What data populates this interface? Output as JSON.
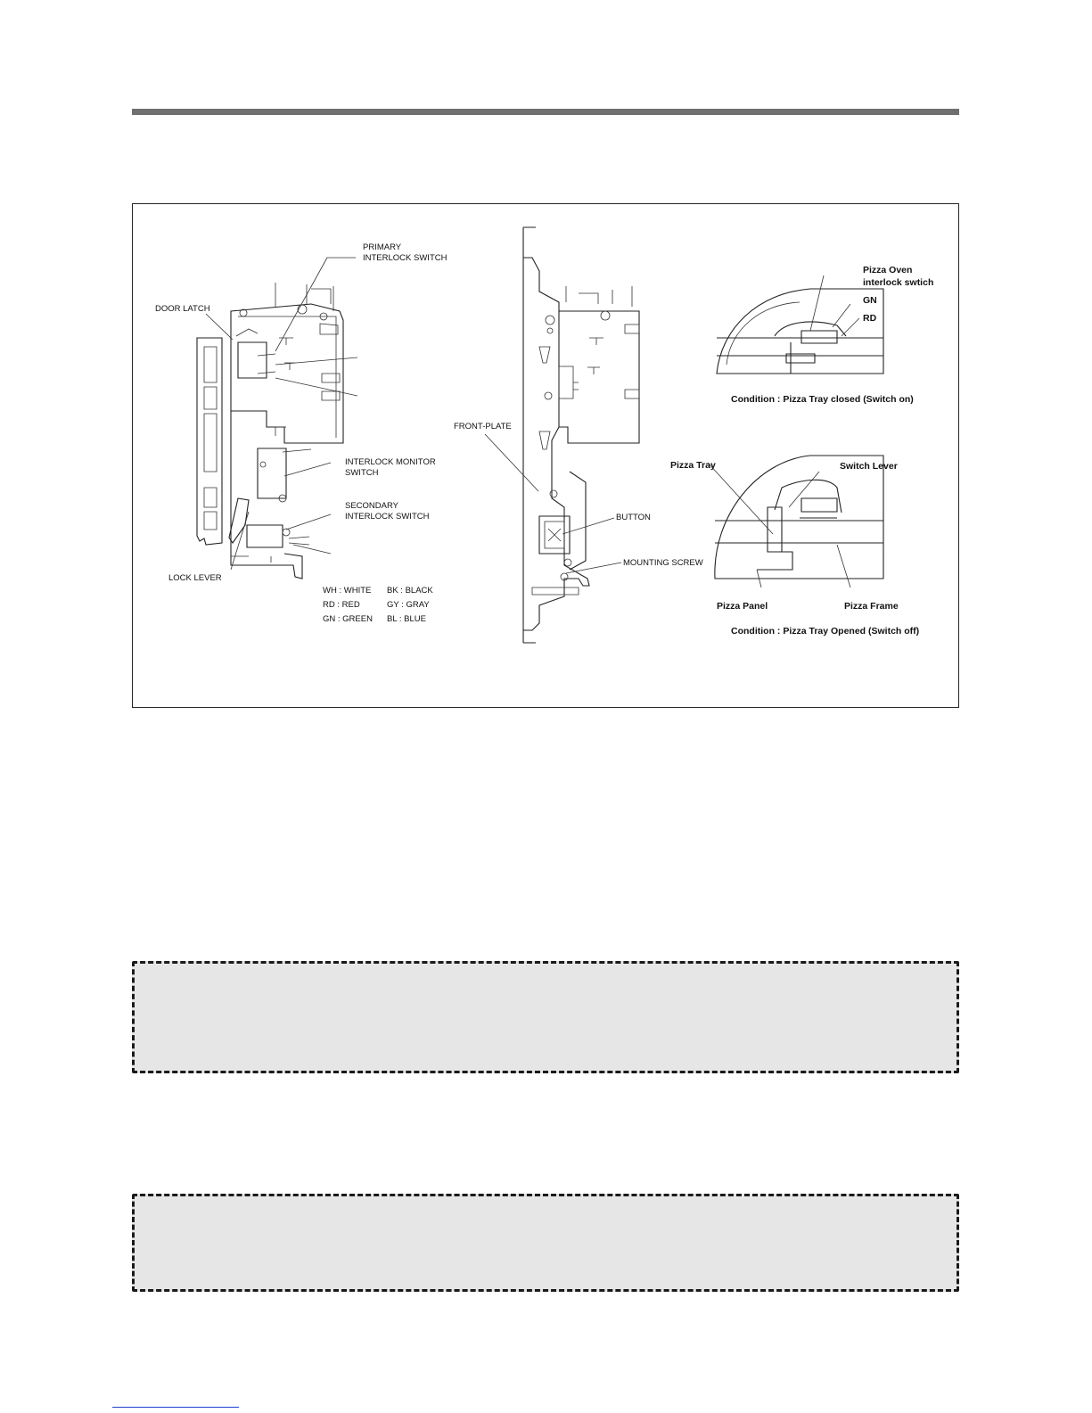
{
  "figure": {
    "left_assembly": {
      "labels": {
        "primary": "PRIMARY",
        "primary_sub": "INTERLOCK SWITCH",
        "door_latch": "DOOR LATCH",
        "monitor": "INTERLOCK MONITOR",
        "monitor_sub": "SWITCH",
        "secondary": "SECONDARY",
        "secondary_sub": "INTERLOCK SWITCH",
        "lock_lever": "LOCK LEVER"
      },
      "color_legend": [
        {
          "code": "WH : WHITE",
          "code2": "BK : BLACK"
        },
        {
          "code": "RD : RED",
          "code2": "GY : GRAY"
        },
        {
          "code": "GN : GREEN",
          "code2": "BL : BLUE"
        }
      ]
    },
    "center_assembly": {
      "labels": {
        "front_plate": "FRONT-PLATE",
        "button": "BUTTON",
        "mounting_screw": "MOUNTING SCREW"
      }
    },
    "pizza_closed": {
      "labels": {
        "switch_name": "Pizza Oven",
        "switch_name_sub": "interlock swtich",
        "gn": "GN",
        "rd": "RD"
      },
      "condition": "Condition : Pizza Tray closed (Switch on)"
    },
    "pizza_open": {
      "labels": {
        "pizza_tray": "Pizza Tray",
        "switch_lever": "Switch Lever",
        "pizza_panel": "Pizza Panel",
        "pizza_frame": "Pizza Frame"
      },
      "condition": "Condition : Pizza Tray Opened (Switch off)"
    }
  },
  "colors": {
    "header_rule": "#6f6f6f",
    "note_fill": "#e6e6e6",
    "link_rule": "#1f3fd0"
  }
}
